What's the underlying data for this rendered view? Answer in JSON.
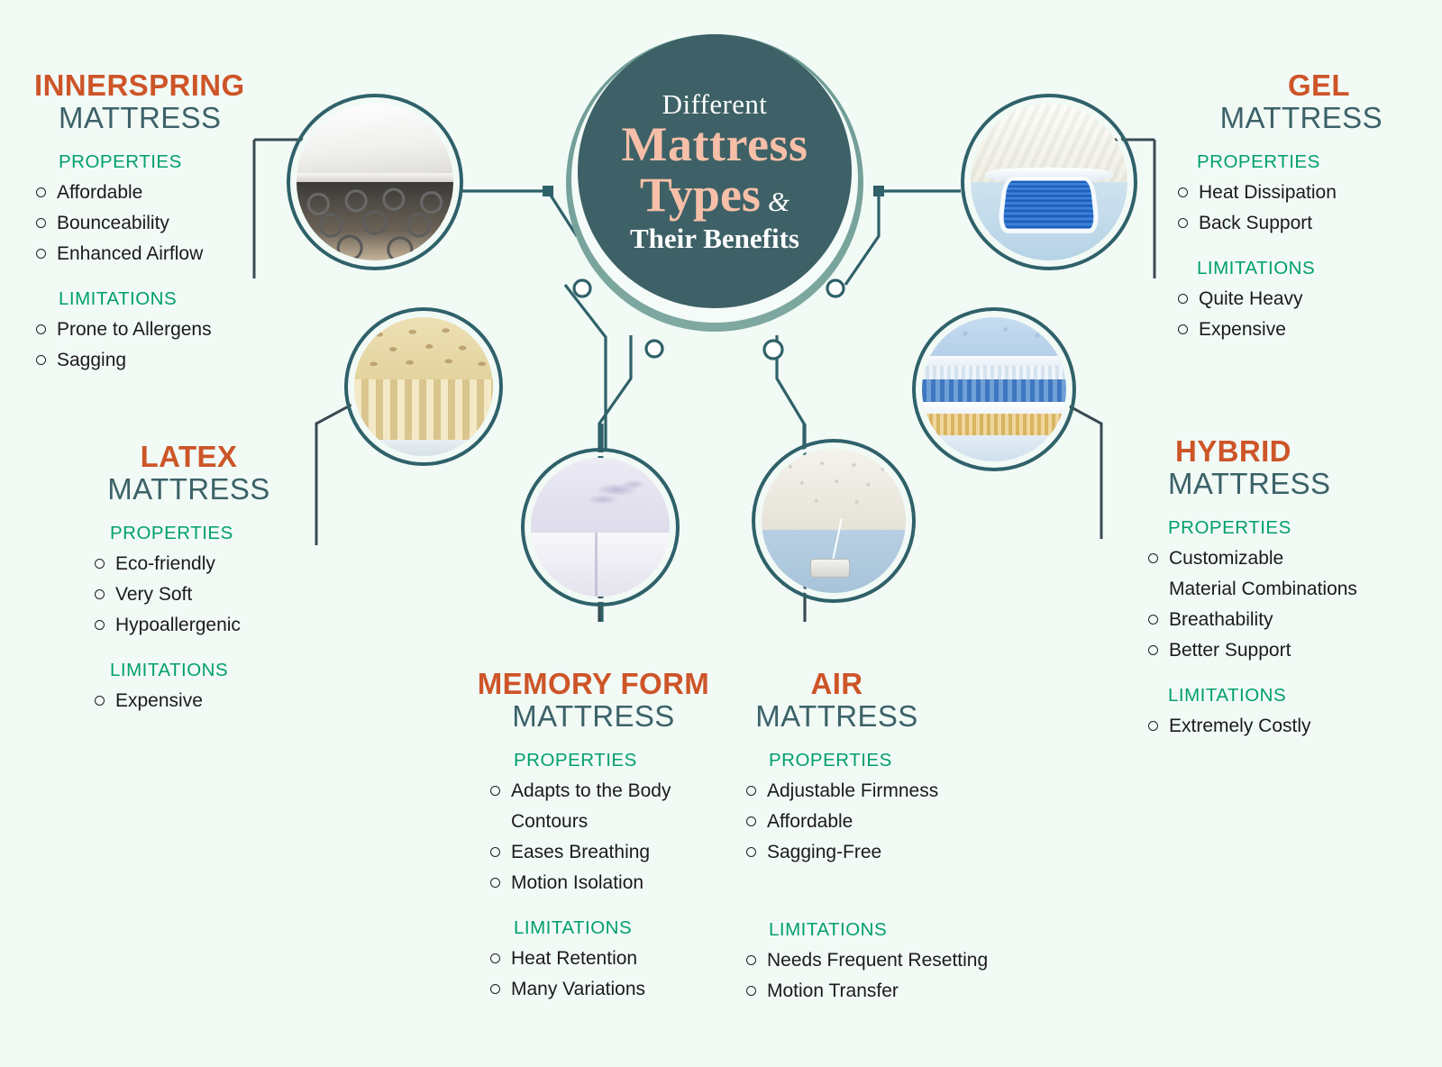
{
  "center": {
    "line1": "Different",
    "line2": "Mattress",
    "line3": "Types",
    "amp": "&",
    "line4": "Their Benefits"
  },
  "labels": {
    "properties": "PROPERTIES",
    "limitations": "LIMITATIONS",
    "mattress": "MATTRESS"
  },
  "colors": {
    "background": "#f2faf6",
    "hub_fill": "#3d6166",
    "hub_arc": "#6c9a94",
    "accent_orange": "#cd5528",
    "title_teal": "#3c6268",
    "section_green": "#00a06b",
    "ring_teal": "#2f6169",
    "bracket": "#3a4a52",
    "pink_text": "#f7bfa8"
  },
  "types": [
    {
      "id": "innerspring",
      "name": "INNERSPRING",
      "sub": "MATTRESS",
      "image": "innerspring-mattress-photo",
      "properties": [
        "Affordable",
        "Bounceability",
        "Enhanced Airflow"
      ],
      "limitations": [
        "Prone to Allergens",
        "Sagging"
      ]
    },
    {
      "id": "latex",
      "name": "LATEX",
      "sub": "MATTRESS",
      "image": "latex-mattress-photo",
      "properties": [
        "Eco-friendly",
        "Very Soft",
        "Hypoallergenic"
      ],
      "limitations": [
        "Expensive"
      ]
    },
    {
      "id": "memory-form",
      "name": "MEMORY FORM",
      "sub": "MATTRESS",
      "image": "memory-foam-mattress-photo",
      "properties": [
        "Adapts to the Body",
        "Contours",
        "Eases Breathing",
        "Motion Isolation"
      ],
      "limitations": [
        "Heat Retention",
        "Many Variations"
      ]
    },
    {
      "id": "air",
      "name": "AIR",
      "sub": "MATTRESS",
      "image": "air-mattress-photo",
      "properties": [
        "Adjustable Firmness",
        "Affordable",
        "Sagging-Free"
      ],
      "limitations": [
        "Needs Frequent Resetting",
        "Motion Transfer"
      ]
    },
    {
      "id": "gel",
      "name": "GEL",
      "sub": "MATTRESS",
      "image": "gel-mattress-photo",
      "properties": [
        "Heat Dissipation",
        "Back Support"
      ],
      "limitations": [
        "Quite Heavy",
        "Expensive"
      ]
    },
    {
      "id": "hybrid",
      "name": "HYBRID",
      "sub": "MATTRESS",
      "image": "hybrid-mattress-photo",
      "properties": [
        "Customizable",
        "Material Combinations",
        "Breathability",
        "Better Support"
      ],
      "limitations": [
        "Extremely Costly"
      ]
    }
  ]
}
